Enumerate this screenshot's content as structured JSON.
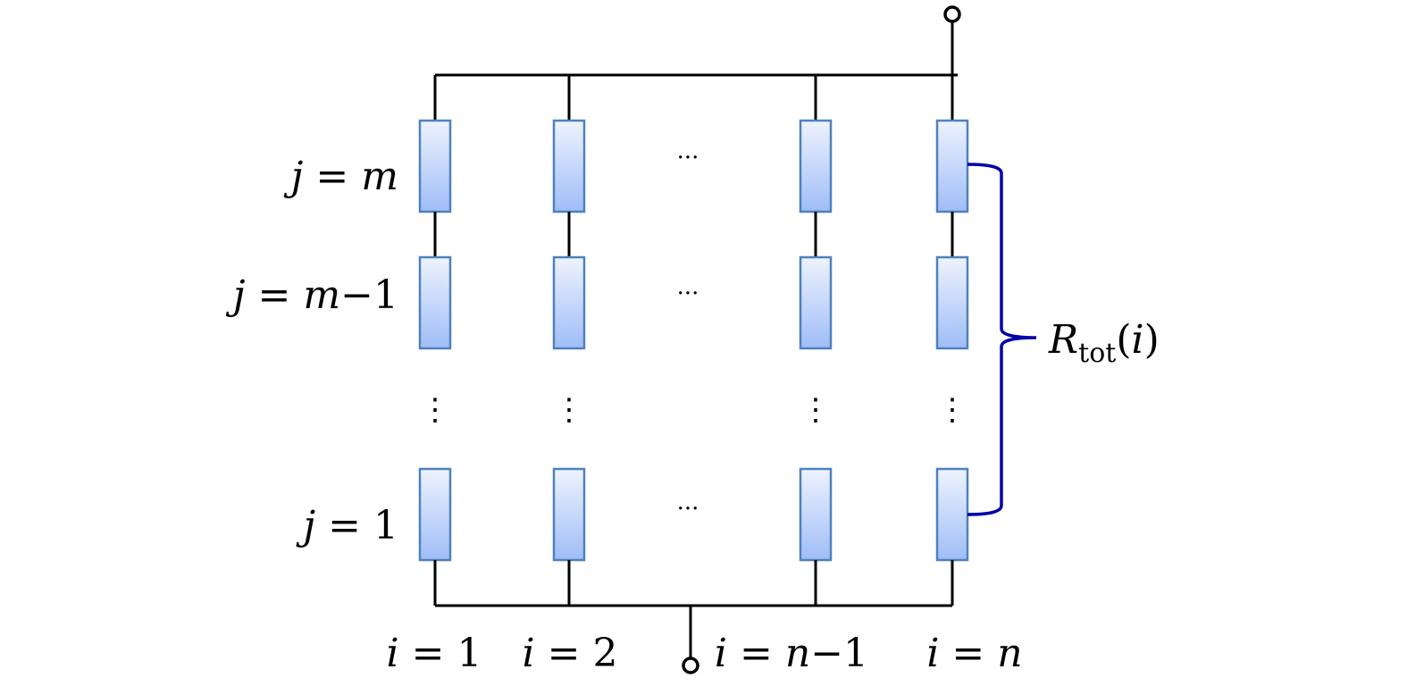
{
  "colors": {
    "wire": "#000000",
    "resistor_fill_top": "#eef3fd",
    "resistor_fill_bottom": "#9fbdf7",
    "resistor_stroke": "#4f81bd",
    "brace": "#0000a8"
  },
  "row_labels": {
    "top": {
      "var": "j",
      "eq": " = ",
      "val": "m"
    },
    "second": {
      "var": "j",
      "eq": " = ",
      "val": "m",
      "suffix": "−1"
    },
    "bottom": {
      "var": "j",
      "eq": " = ",
      "val": "1"
    }
  },
  "column_labels": [
    {
      "var": "i",
      "eq": " = ",
      "val": "1"
    },
    {
      "var": "i",
      "eq": " = ",
      "val": "2"
    },
    {
      "var": "i",
      "eq": " = ",
      "val": "n",
      "suffix": "−1"
    },
    {
      "var": "i",
      "eq": " = ",
      "val": "n"
    }
  ],
  "ellipsis_h": "···",
  "ellipsis_v": "⋮",
  "total_resistance": {
    "symbol": "R",
    "subscript": "tot",
    "open": "(",
    "arg": "i",
    "close": ")"
  }
}
